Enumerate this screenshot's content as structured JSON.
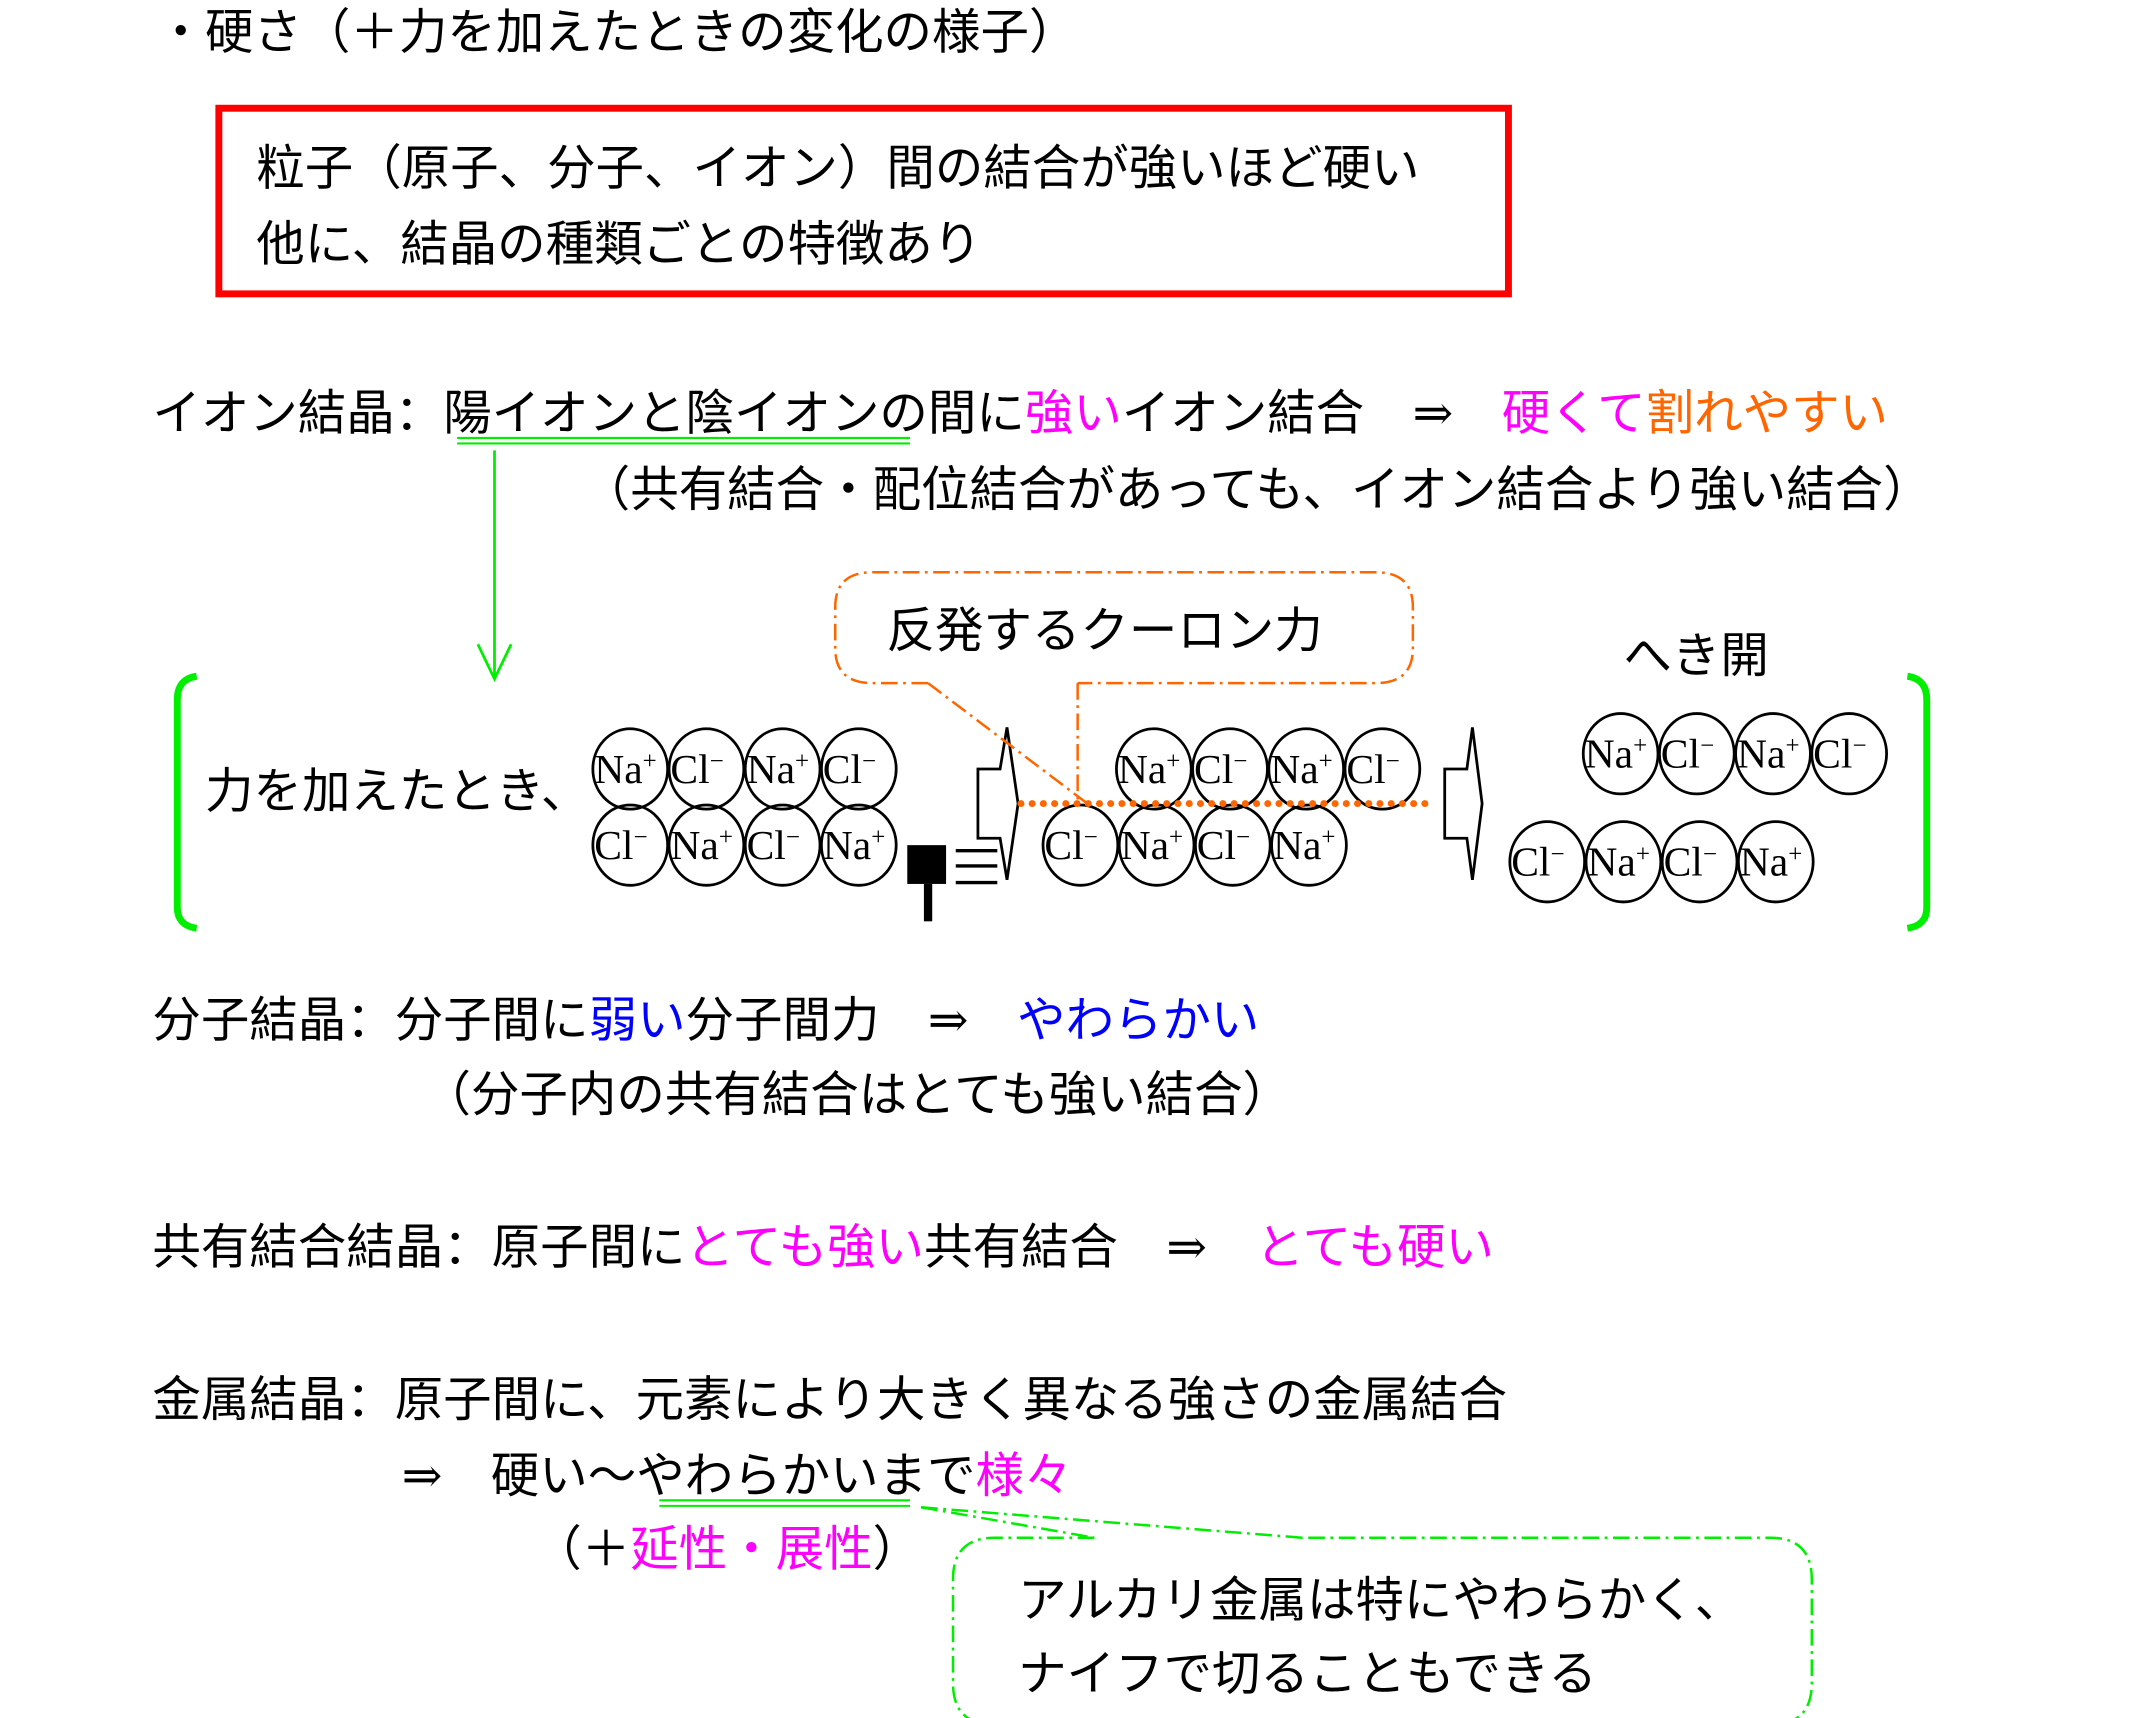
{
  "colors": {
    "red": "#ff0000",
    "magenta": "#ff00ff",
    "orange": "#ff6600",
    "blue": "#0000ff",
    "green": "#00ee00"
  },
  "heading": "・硬さ（＋力を加えたときの変化の様子）",
  "summary_box": {
    "line1": "粒子（原子、分子、イオン）間の結合が強いほど硬い",
    "line2": "他に、結晶の種類ごとの特徴あり"
  },
  "ionic": {
    "label": "イオン結晶：",
    "underlined": "陽イオンと陰イオン",
    "mid": "の間に",
    "strong": "強い",
    "after": "イオン結合　⇒　",
    "result_a": "硬くて",
    "result_b": "割れやすい",
    "note": "（共有結合・配位結合があっても、イオン結合より強い結合）"
  },
  "diagram": {
    "force_label": "力を加えたとき、",
    "callout": "反発するクーロン力",
    "cleavage": "へき開",
    "group1_top": [
      [
        "Na",
        "+"
      ],
      [
        "Cl",
        "−"
      ],
      [
        "Na",
        "+"
      ],
      [
        "Cl",
        "−"
      ]
    ],
    "group1_bottom": [
      [
        "Cl",
        "−"
      ],
      [
        "Na",
        "+"
      ],
      [
        "Cl",
        "−"
      ],
      [
        "Na",
        "+"
      ]
    ],
    "group2_top": [
      [
        "Na",
        "+"
      ],
      [
        "Cl",
        "−"
      ],
      [
        "Na",
        "+"
      ],
      [
        "Cl",
        "−"
      ]
    ],
    "group2_bottom": [
      [
        "Cl",
        "−"
      ],
      [
        "Na",
        "+"
      ],
      [
        "Cl",
        "−"
      ],
      [
        "Na",
        "+"
      ]
    ],
    "group3_top": [
      [
        "Na",
        "+"
      ],
      [
        "Cl",
        "−"
      ],
      [
        "Na",
        "+"
      ],
      [
        "Cl",
        "−"
      ]
    ],
    "group3_bottom": [
      [
        "Cl",
        "−"
      ],
      [
        "Na",
        "+"
      ],
      [
        "Cl",
        "−"
      ],
      [
        "Na",
        "+"
      ]
    ]
  },
  "molecular": {
    "label": "分子結晶：分子間に",
    "weak": "弱い",
    "after": "分子間力　⇒　",
    "result": "やわらかい",
    "note": "（分子内の共有結合はとても強い結合）"
  },
  "covalent": {
    "label": "共有結合結晶：原子間に",
    "strong": "とても強い",
    "after": "共有結合　⇒　",
    "result": "とても硬い"
  },
  "metallic": {
    "line1": "金属結晶：原子間に、元素により大きく異なる強さの金属結合",
    "arrow": "⇒　硬い〜",
    "underlined": "やわらかい",
    "mid": "まで",
    "varied": "様々",
    "paren_open": "（＋",
    "ductility": "延性・展性",
    "paren_close": "）",
    "callout_line1": "アルカリ金属は特にやわらかく、",
    "callout_line2": "ナイフで切ることもできる"
  }
}
